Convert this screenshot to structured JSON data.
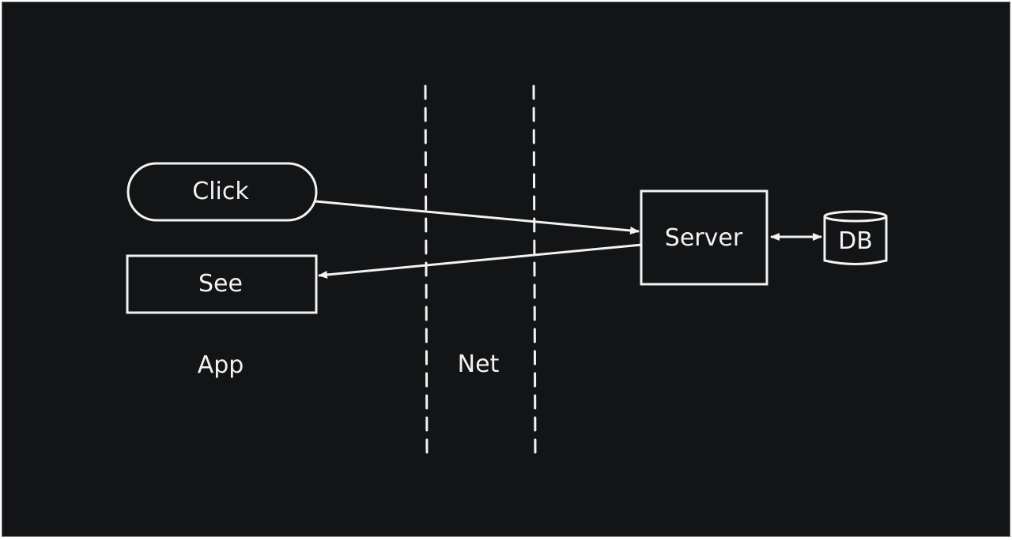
{
  "diagram": {
    "nodes": {
      "click": {
        "label": "Click"
      },
      "see": {
        "label": "See"
      },
      "server": {
        "label": "Server"
      },
      "db": {
        "label": "DB"
      }
    },
    "regions": {
      "app": {
        "label": "App"
      },
      "net": {
        "label": "Net"
      }
    },
    "colors": {
      "background": "#131416",
      "stroke": "#f2f2f2"
    }
  }
}
